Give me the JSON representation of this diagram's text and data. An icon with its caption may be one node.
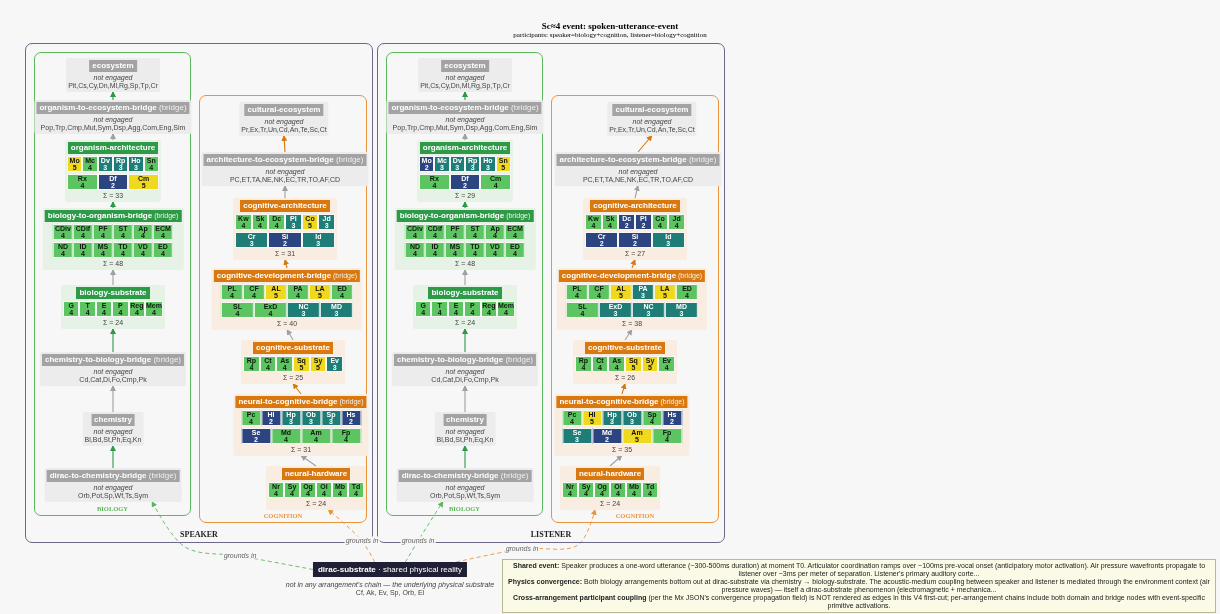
{
  "diagram": {
    "title": "Sc≈4 event: spoken-utterance-event",
    "nodes": [
      {
        "text": [
          "SPEAKER"
        ]
      },
      {
        "text": [
          "BIOLOGY"
        ],
        "in": 0
      },
      {
        "text": [
          "ecosystem",
          "not engaged",
          "Pit,Cs,Cy,Dn,Ml,Rg,Sp,Tp,Cr"
        ],
        "in": 1
      },
      {
        "text": [
          "organism-to-ecosystem-bridge",
          "(bridge)",
          "not engaged",
          "Pop,Trp,Cmp,Mut,Sym,Dsp,Agg,Com,Eng,Sim"
        ],
        "in": 1
      },
      {
        "text": [
          "organism-architecture",
          "Σ = 33"
        ],
        "in": 1
      },
      {
        "text": [
          "Mo",
          "5"
        ],
        "in": 4
      },
      {
        "text": [
          "Mc",
          "4"
        ],
        "in": 4
      },
      {
        "text": [
          "Dv",
          "3"
        ],
        "in": 4
      },
      {
        "text": [
          "Rp",
          "3"
        ],
        "in": 4
      },
      {
        "text": [
          "Ho",
          "3"
        ],
        "in": 4
      },
      {
        "text": [
          "Sn",
          "4"
        ],
        "in": 4
      },
      {
        "text": [
          "Rx",
          "4"
        ],
        "in": 4
      },
      {
        "text": [
          "Df",
          "2"
        ],
        "in": 4
      },
      {
        "text": [
          "Cm",
          "5"
        ],
        "in": 4
      },
      {
        "text": [
          "biology-to-organism-bridge",
          "(bridge)",
          "Σ = 48"
        ],
        "in": 1
      },
      {
        "text": [
          "CDiv",
          "4"
        ],
        "in": 14
      },
      {
        "text": [
          "CDif",
          "4"
        ],
        "in": 14
      },
      {
        "text": [
          "PF",
          "4"
        ],
        "in": 14
      },
      {
        "text": [
          "ST",
          "4"
        ],
        "in": 14
      },
      {
        "text": [
          "Ap",
          "4"
        ],
        "in": 14
      },
      {
        "text": [
          "ECM",
          "4"
        ],
        "in": 14
      },
      {
        "text": [
          "ND",
          "4"
        ],
        "in": 14
      },
      {
        "text": [
          "ID",
          "4"
        ],
        "in": 14
      },
      {
        "text": [
          "MS",
          "4"
        ],
        "in": 14
      },
      {
        "text": [
          "TD",
          "4"
        ],
        "in": 14
      },
      {
        "text": [
          "VD",
          "4"
        ],
        "in": 14
      },
      {
        "text": [
          "ED",
          "4"
        ],
        "in": 14
      },
      {
        "text": [
          "biology-substrate",
          "Σ = 24"
        ],
        "in": 1
      },
      {
        "text": [
          "G",
          "4"
        ],
        "in": 27
      },
      {
        "text": [
          "T",
          "4"
        ],
        "in": 27
      },
      {
        "text": [
          "E",
          "4"
        ],
        "in": 27
      },
      {
        "text": [
          "P",
          "4"
        ],
        "in": 27
      },
      {
        "text": [
          "Reg",
          "4"
        ],
        "in": 27
      },
      {
        "text": [
          "Mem",
          "4"
        ],
        "in": 27
      },
      {
        "text": [
          "chemistry-to-biology-bridge",
          "(bridge)",
          "not engaged",
          "Cd,Cat,Di,Fo,Cmp,Pk"
        ],
        "in": 1
      },
      {
        "text": [
          "chemistry",
          "not engaged",
          "Bl,Bd,St,Ph,Eq,Kn"
        ],
        "in": 1
      },
      {
        "text": [
          "dirac-to-chemistry-bridge",
          "(bridge)",
          "not engaged",
          "Orb,Pot,Sp,Wf,Ts,Sym"
        ],
        "in": 1
      },
      {
        "text": [
          "COGNITION"
        ],
        "in": 0
      },
      {
        "text": [
          "cultural-ecosystem",
          "not engaged",
          "Pr,Ex,Tr,Un,Cd,An,Te,Sc,Ct"
        ],
        "in": 37
      },
      {
        "text": [
          "architecture-to-ecosystem-bridge",
          "(bridge)",
          "not engaged",
          "PC,ET,TA,NE,NK,EC,TR,TO,AF,CD"
        ],
        "in": 37
      },
      {
        "text": [
          "cognitive-architecture",
          "Σ = 31"
        ],
        "in": 37
      },
      {
        "text": [
          "Kw",
          "4"
        ],
        "in": 40
      },
      {
        "text": [
          "Sk",
          "4"
        ],
        "in": 40
      },
      {
        "text": [
          "Dc",
          "4"
        ],
        "in": 40
      },
      {
        "text": [
          "Pl",
          "3"
        ],
        "in": 40
      },
      {
        "text": [
          "Co",
          "5"
        ],
        "in": 40
      },
      {
        "text": [
          "Jd",
          "3"
        ],
        "in": 40
      },
      {
        "text": [
          "Cr",
          "3"
        ],
        "in": 40
      },
      {
        "text": [
          "Si",
          "2"
        ],
        "in": 40
      },
      {
        "text": [
          "Id",
          "3"
        ],
        "in": 40
      },
      {
        "text": [
          "cognitive-development-bridge",
          "(bridge)",
          "Σ = 40"
        ],
        "in": 37
      },
      {
        "text": [
          "PL",
          "4"
        ],
        "in": 50
      },
      {
        "text": [
          "CF",
          "4"
        ],
        "in": 50
      },
      {
        "text": [
          "AL",
          "5"
        ],
        "in": 50
      },
      {
        "text": [
          "PA",
          "4"
        ],
        "in": 50
      },
      {
        "text": [
          "LA",
          "5"
        ],
        "in": 50
      },
      {
        "text": [
          "ED",
          "4"
        ],
        "in": 50
      },
      {
        "text": [
          "SL",
          "4"
        ],
        "in": 50
      },
      {
        "text": [
          "ExD",
          "4"
        ],
        "in": 50
      },
      {
        "text": [
          "NC",
          "3"
        ],
        "in": 50
      },
      {
        "text": [
          "MD",
          "3"
        ],
        "in": 50
      },
      {
        "text": [
          "cognitive-substrate",
          "Σ = 25"
        ],
        "in": 37
      },
      {
        "text": [
          "Rp",
          "4"
        ],
        "in": 61
      },
      {
        "text": [
          "Ct",
          "4"
        ],
        "in": 61
      },
      {
        "text": [
          "As",
          "4"
        ],
        "in": 61
      },
      {
        "text": [
          "Sq",
          "5"
        ],
        "in": 61
      },
      {
        "text": [
          "Sy",
          "5"
        ],
        "in": 61
      },
      {
        "text": [
          "Ev",
          "3"
        ],
        "in": 61
      },
      {
        "text": [
          "neural-to-cognitive-bridge",
          "(bridge)",
          "Σ = 31"
        ],
        "in": 37
      },
      {
        "text": [
          "Pc",
          "4"
        ],
        "in": 68
      },
      {
        "text": [
          "Hl",
          "2"
        ],
        "in": 68
      },
      {
        "text": [
          "Hp",
          "3"
        ],
        "in": 68
      },
      {
        "text": [
          "Ob",
          "3"
        ],
        "in": 68
      },
      {
        "text": [
          "Sp",
          "3"
        ],
        "in": 68
      },
      {
        "text": [
          "Hs",
          "2"
        ],
        "in": 68
      },
      {
        "text": [
          "Se",
          "2"
        ],
        "in": 68
      },
      {
        "text": [
          "Md",
          "4"
        ],
        "in": 68
      },
      {
        "text": [
          "Am",
          "4"
        ],
        "in": 68
      },
      {
        "text": [
          "Fp",
          "4"
        ],
        "in": 68
      },
      {
        "text": [
          "neural-hardware",
          "Σ = 24"
        ],
        "in": 37
      },
      {
        "text": [
          "Nr",
          "4"
        ],
        "in": 79
      },
      {
        "text": [
          "Sy",
          "4"
        ],
        "in": 79
      },
      {
        "text": [
          "Og",
          "4"
        ],
        "in": 79
      },
      {
        "text": [
          "Ol",
          "4"
        ],
        "in": 79
      },
      {
        "text": [
          "Mb",
          "4"
        ],
        "in": 79
      },
      {
        "text": [
          "Td",
          "4"
        ],
        "in": 79
      },
      {
        "text": [
          "LISTENER"
        ]
      },
      {
        "text": [
          "BIOLOGY"
        ],
        "in": 86
      },
      {
        "text": [
          "ecosystem",
          "not engaged",
          "Pit,Cs,Cy,Dn,Ml,Rg,Sp,Tp,Cr"
        ],
        "in": 87
      },
      {
        "text": [
          "organism-to-ecosystem-bridge",
          "(bridge)",
          "not engaged",
          "Pop,Trp,Cmp,Mut,Sym,Dsp,Agg,Com,Eng,Sim"
        ],
        "in": 87
      },
      {
        "text": [
          "organism-architecture",
          "Σ = 29"
        ],
        "in": 87
      },
      {
        "text": [
          "Mo",
          "2"
        ],
        "in": 90
      },
      {
        "text": [
          "Mc",
          "3"
        ],
        "in": 90
      },
      {
        "text": [
          "Dv",
          "3"
        ],
        "in": 90
      },
      {
        "text": [
          "Rp",
          "3"
        ],
        "in": 90
      },
      {
        "text": [
          "Ho",
          "3"
        ],
        "in": 90
      },
      {
        "text": [
          "Sn",
          "5"
        ],
        "in": 90
      },
      {
        "text": [
          "Rx",
          "4"
        ],
        "in": 90
      },
      {
        "text": [
          "Df",
          "2"
        ],
        "in": 90
      },
      {
        "text": [
          "Cm",
          "4"
        ],
        "in": 90
      },
      {
        "text": [
          "biology-to-organism-bridge",
          "(bridge)",
          "Σ = 48"
        ],
        "in": 87
      },
      {
        "text": [
          "CDiv",
          "4"
        ],
        "in": 100
      },
      {
        "text": [
          "CDif",
          "4"
        ],
        "in": 100
      },
      {
        "text": [
          "PF",
          "4"
        ],
        "in": 100
      },
      {
        "text": [
          "ST",
          "4"
        ],
        "in": 100
      },
      {
        "text": [
          "Ap",
          "4"
        ],
        "in": 100
      },
      {
        "text": [
          "ECM",
          "4"
        ],
        "in": 100
      },
      {
        "text": [
          "ND",
          "4"
        ],
        "in": 100
      },
      {
        "text": [
          "ID",
          "4"
        ],
        "in": 100
      },
      {
        "text": [
          "MS",
          "4"
        ],
        "in": 100
      },
      {
        "text": [
          "TD",
          "4"
        ],
        "in": 100
      },
      {
        "text": [
          "VD",
          "4"
        ],
        "in": 100
      },
      {
        "text": [
          "ED",
          "4"
        ],
        "in": 100
      },
      {
        "text": [
          "biology-substrate",
          "Σ = 24"
        ],
        "in": 87
      },
      {
        "text": [
          "G",
          "4"
        ],
        "in": 113
      },
      {
        "text": [
          "T",
          "4"
        ],
        "in": 113
      },
      {
        "text": [
          "E",
          "4"
        ],
        "in": 113
      },
      {
        "text": [
          "P",
          "4"
        ],
        "in": 113
      },
      {
        "text": [
          "Reg",
          "4"
        ],
        "in": 113
      },
      {
        "text": [
          "Mem",
          "4"
        ],
        "in": 113
      },
      {
        "text": [
          "chemistry-to-biology-bridge",
          "(bridge)",
          "not engaged",
          "Cd,Cat,Di,Fo,Cmp,Pk"
        ],
        "in": 87
      },
      {
        "text": [
          "chemistry",
          "not engaged",
          "Bl,Bd,St,Ph,Eq,Kn"
        ],
        "in": 87
      },
      {
        "text": [
          "dirac-to-chemistry-bridge",
          "(bridge)",
          "not engaged",
          "Orb,Pot,Sp,Wf,Ts,Sym"
        ],
        "in": 87
      },
      {
        "text": [
          "COGNITION"
        ],
        "in": 86
      },
      {
        "text": [
          "cultural-ecosystem",
          "not engaged",
          "Pr,Ex,Tr,Un,Cd,An,Te,Sc,Ct"
        ],
        "in": 123
      },
      {
        "text": [
          "architecture-to-ecosystem-bridge",
          "(bridge)",
          "not engaged",
          "PC,ET,TA,NE,NK,EC,TR,TO,AF,CD"
        ],
        "in": 123
      },
      {
        "text": [
          "cognitive-architecture",
          "Σ = 27"
        ],
        "in": 123
      },
      {
        "text": [
          "Kw",
          "4"
        ],
        "in": 126
      },
      {
        "text": [
          "Sk",
          "4"
        ],
        "in": 126
      },
      {
        "text": [
          "Dc",
          "2"
        ],
        "in": 126
      },
      {
        "text": [
          "Pl",
          "2"
        ],
        "in": 126
      },
      {
        "text": [
          "Co",
          "4"
        ],
        "in": 126
      },
      {
        "text": [
          "Jd",
          "4"
        ],
        "in": 126
      },
      {
        "text": [
          "Cr",
          "2"
        ],
        "in": 126
      },
      {
        "text": [
          "Si",
          "2"
        ],
        "in": 126
      },
      {
        "text": [
          "Id",
          "3"
        ],
        "in": 126
      },
      {
        "text": [
          "cognitive-development-bridge",
          "(bridge)",
          "Σ = 38"
        ],
        "in": 123
      },
      {
        "text": [
          "PL",
          "4"
        ],
        "in": 136
      },
      {
        "text": [
          "CF",
          "4"
        ],
        "in": 136
      },
      {
        "text": [
          "AL",
          "5"
        ],
        "in": 136
      },
      {
        "text": [
          "PA",
          "3"
        ],
        "in": 136
      },
      {
        "text": [
          "LA",
          "5"
        ],
        "in": 136
      },
      {
        "text": [
          "ED",
          "4"
        ],
        "in": 136
      },
      {
        "text": [
          "SL",
          "4"
        ],
        "in": 136
      },
      {
        "text": [
          "ExD",
          "3"
        ],
        "in": 136
      },
      {
        "text": [
          "NC",
          "3"
        ],
        "in": 136
      },
      {
        "text": [
          "MD",
          "3"
        ],
        "in": 136
      },
      {
        "text": [
          "cognitive-substrate",
          "Σ = 26"
        ],
        "in": 123
      },
      {
        "text": [
          "Rp",
          "4"
        ],
        "in": 147
      },
      {
        "text": [
          "Ct",
          "4"
        ],
        "in": 147
      },
      {
        "text": [
          "As",
          "4"
        ],
        "in": 147
      },
      {
        "text": [
          "Sq",
          "5"
        ],
        "in": 147
      },
      {
        "text": [
          "Sy",
          "5"
        ],
        "in": 147
      },
      {
        "text": [
          "Ev",
          "4"
        ],
        "in": 147
      },
      {
        "text": [
          "neural-to-cognitive-bridge",
          "(bridge)",
          "Σ = 35"
        ],
        "in": 123
      },
      {
        "text": [
          "Pc",
          "4"
        ],
        "in": 154
      },
      {
        "text": [
          "Hl",
          "5"
        ],
        "in": 154
      },
      {
        "text": [
          "Hp",
          "3"
        ],
        "in": 154
      },
      {
        "text": [
          "Ob",
          "3"
        ],
        "in": 154
      },
      {
        "text": [
          "Sp",
          "4"
        ],
        "in": 154
      },
      {
        "text": [
          "Hs",
          "2"
        ],
        "in": 154
      },
      {
        "text": [
          "Se",
          "3"
        ],
        "in": 154
      },
      {
        "text": [
          "Md",
          "2"
        ],
        "in": 154
      },
      {
        "text": [
          "Am",
          "5"
        ],
        "in": 154
      },
      {
        "text": [
          "Fp",
          "4"
        ],
        "in": 154
      },
      {
        "text": [
          "neural-hardware",
          "Σ = 24"
        ],
        "in": 123
      },
      {
        "text": [
          "Nr",
          "4"
        ],
        "in": 165
      },
      {
        "text": [
          "Sy",
          "4"
        ],
        "in": 165
      },
      {
        "text": [
          "Og",
          "4"
        ],
        "in": 165
      },
      {
        "text": [
          "Ol",
          "4"
        ],
        "in": 165
      },
      {
        "text": [
          "Mb",
          "4"
        ],
        "in": 165
      },
      {
        "text": [
          "Td",
          "4"
        ],
        "in": 165
      },
      {
        "text": [
          "**dirac-substrate** · shared physical reality"
        ],
        "beside": [
          "not in any arrangement's chain — the underlying physical substrate",
          "Cf, Ak, Ev, Sp, Orb, El"
        ]
      },
      {
        "text": [
          "**Shared event:** Speaker produces a one-word utterance (~300-500ms duration) at moment T0. Articulator coordination ramps over ~100ms pre-vocal onset (anticipatory motor activation). Air pressure wavefronts propagate to listener over ~3ms per meter of separation. Listener's primary auditory corte...",
          "**Physics convergence:** Both biology arrangements bottom out at dirac-substrate via chemistry → biology-substrate. The acoustic-medium coupling between speaker and listener is mediated through the environment context (air pressure waves) — itself a dirac-substrate phenomenon (electromagnetic + mechanica...",
          "**Cross-arrangement participant coupling** (per the Mx JSON's convergence propagation field) is NOT rendered as edges in this V4 first-cut; per-arrangement chains include both domain and bridge nodes with event-specific primitive activations."
        ]
      }
    ],
    "edges": [
      {
        "from": 36,
        "to": 35,
        "arrow": "to",
        "color": "#2e9a48"
      },
      {
        "from": 35,
        "to": 34,
        "arrow": "to"
      },
      {
        "from": 34,
        "to": 27,
        "arrow": "to",
        "color": "#2e9a48"
      },
      {
        "from": 27,
        "to": 14,
        "arrow": "to"
      },
      {
        "from": 14,
        "to": 4,
        "arrow": "to",
        "color": "#2e9a48"
      },
      {
        "from": 4,
        "to": 3,
        "arrow": "to"
      },
      {
        "from": 3,
        "to": 2,
        "arrow": "to",
        "color": "#2e9a48"
      },
      {
        "from": 79,
        "to": 68,
        "arrow": "to"
      },
      {
        "from": 68,
        "to": 61,
        "arrow": "to",
        "color": "#d9780f"
      },
      {
        "from": 61,
        "to": 50,
        "arrow": "to"
      },
      {
        "from": 50,
        "to": 40,
        "arrow": "to",
        "color": "#d9780f"
      },
      {
        "from": 40,
        "to": 39,
        "arrow": "to"
      },
      {
        "from": 39,
        "to": 38,
        "arrow": "to",
        "color": "#d9780f"
      },
      {
        "from": 122,
        "to": 121,
        "arrow": "to",
        "color": "#2e9a48"
      },
      {
        "from": 121,
        "to": 120,
        "arrow": "to"
      },
      {
        "from": 120,
        "to": 113,
        "arrow": "to",
        "color": "#2e9a48"
      },
      {
        "from": 113,
        "to": 100,
        "arrow": "to"
      },
      {
        "from": 100,
        "to": 90,
        "arrow": "to",
        "color": "#2e9a48"
      },
      {
        "from": 90,
        "to": 89,
        "arrow": "to"
      },
      {
        "from": 89,
        "to": 88,
        "arrow": "to",
        "color": "#2e9a48"
      },
      {
        "from": 165,
        "to": 154,
        "arrow": "to"
      },
      {
        "from": 154,
        "to": 147,
        "arrow": "to",
        "color": "#d9780f"
      },
      {
        "from": 147,
        "to": 136,
        "arrow": "to"
      },
      {
        "from": 136,
        "to": 126,
        "arrow": "to",
        "color": "#d9780f"
      },
      {
        "from": 126,
        "to": 125,
        "arrow": "to"
      },
      {
        "from": 125,
        "to": 124,
        "arrow": "to",
        "color": "#d9780f"
      },
      {
        "from": 172,
        "to": 36,
        "arrow": "to",
        "label": "grounds in",
        "style": "dashed",
        "color": "#5cb85c"
      },
      {
        "from": 172,
        "to": 79,
        "arrow": "to",
        "label": "grounds in",
        "style": "dashed",
        "color": "#e8943a"
      },
      {
        "from": 172,
        "to": 122,
        "arrow": "to",
        "label": "grounds in",
        "style": "dashed",
        "color": "#5cb85c"
      },
      {
        "from": 172,
        "to": 165,
        "arrow": "to",
        "label": "grounds in",
        "style": "dashed",
        "color": "#e8943a"
      }
    ],
    "labels": [
      "participants: speaker=biology+cognition, listener=biology+cognition"
    ]
  }
}
